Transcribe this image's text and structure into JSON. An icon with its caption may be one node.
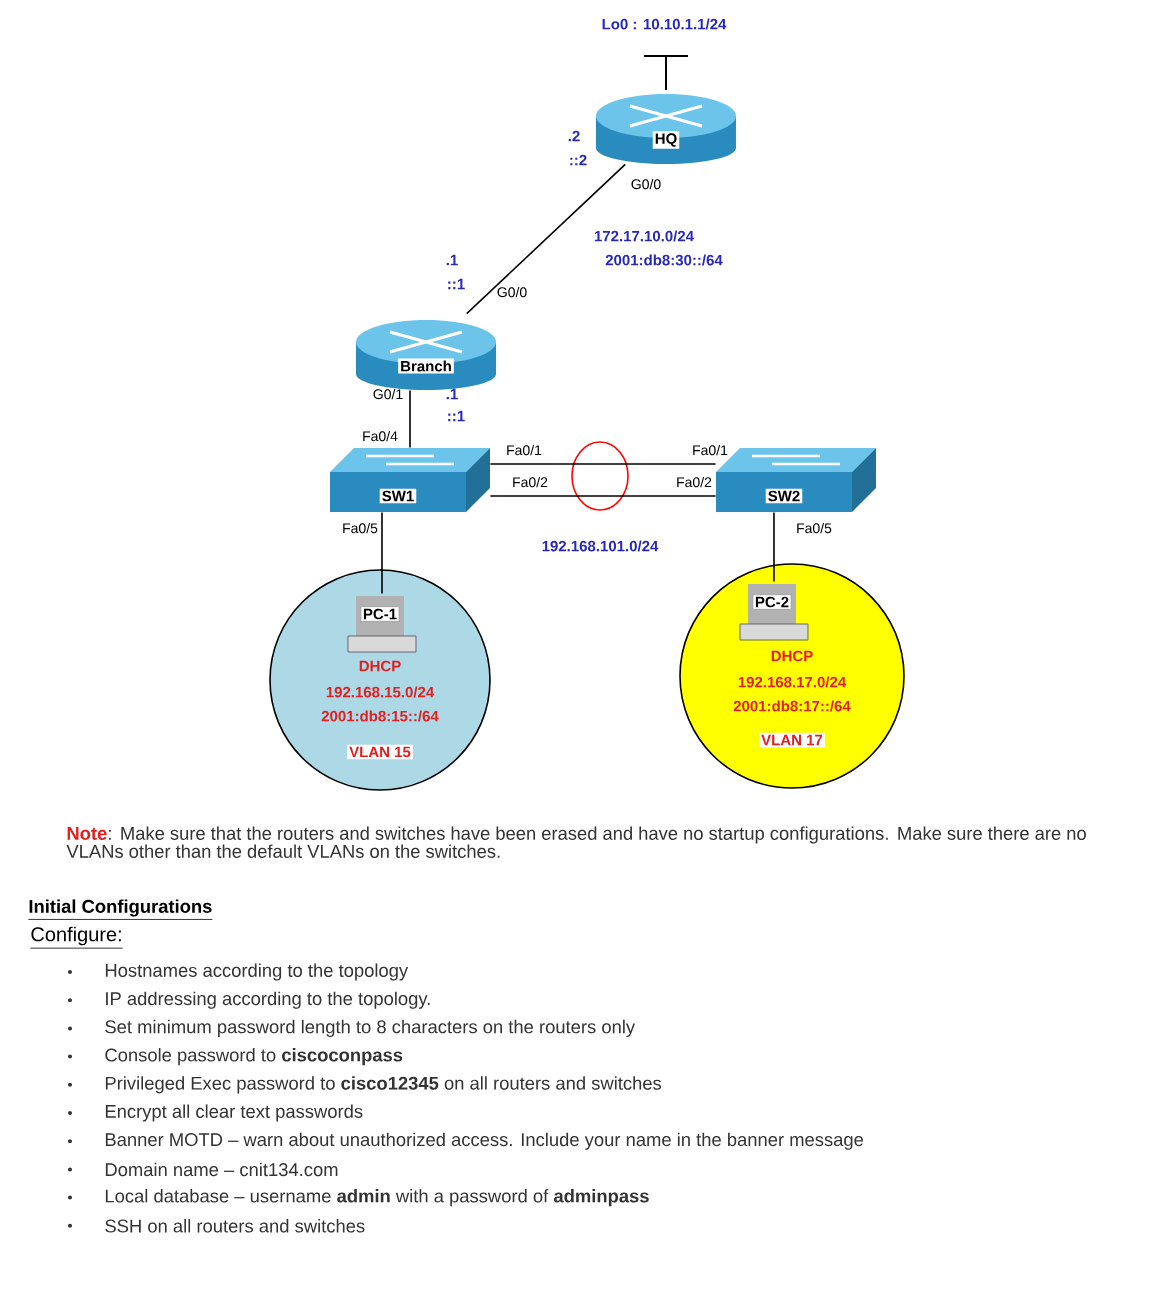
{
  "diagram": {
    "nodes": [
      {
        "text": [
          "HQ"
        ]
      },
      {
        "text": [
          "Branch"
        ]
      },
      {
        "text": [
          "SW1"
        ]
      },
      {
        "text": [
          "SW2"
        ]
      },
      {
        "text": [
          "DHCP",
          "192.168.15.0/24",
          "2001:db8:15::/64",
          "VLAN 15"
        ]
      },
      {
        "text": [
          "PC-1"
        ],
        "in": 4
      },
      {
        "text": [
          "DHCP",
          "192.168.17.0/24",
          "2001:db8:17::/64",
          "VLAN 17"
        ]
      },
      {
        "text": [
          "PC-2"
        ],
        "in": 6
      }
    ],
    "edges": [
      {
        "from": 0,
        "to": 1,
        "arrow": "none"
      },
      {
        "from": 1,
        "to": 2,
        "arrow": "none"
      },
      {
        "from": 2,
        "to": 3,
        "arrow": "none"
      },
      {
        "from": 2,
        "to": 3,
        "arrow": "none"
      },
      {
        "from": 2,
        "to": 5,
        "arrow": "none"
      },
      {
        "from": 3,
        "to": 7,
        "arrow": "none"
      }
    ],
    "labels": [
      "Lo0 : 10.10.1.1/24",
      ".2",
      "::2",
      "G0/0",
      "172.17.10.0/24",
      ".1",
      "2001:db8:30::/64",
      "::1",
      "G0/0",
      "G0/1",
      ".1",
      "::1",
      "Fa0/4",
      "Fa0/1",
      "Fa0/1",
      "Fa0/2",
      "Fa0/2",
      "Fa0/5",
      "Fa0/5",
      "192.168.101.0/24",
      "Note",
      ": Make sure that the routers and switches have been erased and have no startup configurations. Make sure there are no VLANs other than the default VLANs on the switches.",
      "Initial Configurations",
      "Configure:",
      "Hostnames according to the topology",
      "IP addressing according to the topology.",
      "Set minimum password length to 8 characters on the routers only",
      "Console password to **ciscoconpass**",
      "Privileged Exec password to **cisco12345** on all routers and switches",
      "Encrypt all clear text passwords",
      "Banner MOTD – warn about unauthorized access. Include your name in the banner message",
      "Domain name – cnit134.com",
      "Local database – username **admin** with a password of **adminpass**",
      "SSH on all routers and switches"
    ]
  }
}
